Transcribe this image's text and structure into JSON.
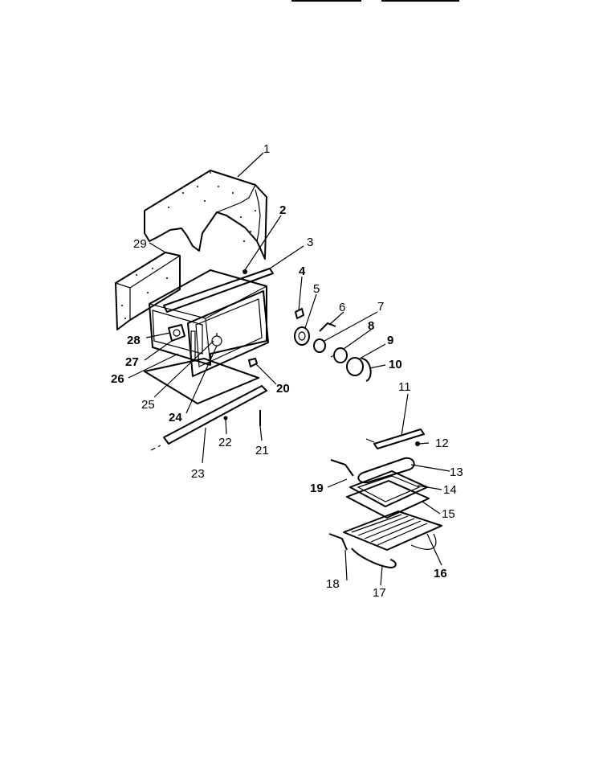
{
  "diagram": {
    "part_labels": [
      {
        "id": "1",
        "text": "1",
        "bold": false
      },
      {
        "id": "2",
        "text": "2",
        "bold": true
      },
      {
        "id": "3",
        "text": "3",
        "bold": false
      },
      {
        "id": "4",
        "text": "4",
        "bold": true
      },
      {
        "id": "5",
        "text": "5",
        "bold": false
      },
      {
        "id": "6",
        "text": "6",
        "bold": false
      },
      {
        "id": "7",
        "text": "7",
        "bold": false
      },
      {
        "id": "8",
        "text": "8",
        "bold": true
      },
      {
        "id": "9",
        "text": "9",
        "bold": true
      },
      {
        "id": "10",
        "text": "10",
        "bold": true
      },
      {
        "id": "11",
        "text": "11",
        "bold": false
      },
      {
        "id": "12",
        "text": "12",
        "bold": false
      },
      {
        "id": "13",
        "text": "13",
        "bold": false
      },
      {
        "id": "14",
        "text": "14",
        "bold": false
      },
      {
        "id": "15",
        "text": "15",
        "bold": false
      },
      {
        "id": "16",
        "text": "16",
        "bold": true
      },
      {
        "id": "17",
        "text": "17",
        "bold": false
      },
      {
        "id": "18",
        "text": "18",
        "bold": false
      },
      {
        "id": "19",
        "text": "19",
        "bold": true
      },
      {
        "id": "20",
        "text": "20",
        "bold": true
      },
      {
        "id": "21",
        "text": "21",
        "bold": false
      },
      {
        "id": "22",
        "text": "22",
        "bold": false
      },
      {
        "id": "23",
        "text": "23",
        "bold": false
      },
      {
        "id": "24",
        "text": "24",
        "bold": true
      },
      {
        "id": "25",
        "text": "25",
        "bold": false
      },
      {
        "id": "26",
        "text": "26",
        "bold": true
      },
      {
        "id": "27",
        "text": "27",
        "bold": true
      },
      {
        "id": "28",
        "text": "28",
        "bold": true
      },
      {
        "id": "29",
        "text": "29",
        "bold": false
      }
    ]
  }
}
